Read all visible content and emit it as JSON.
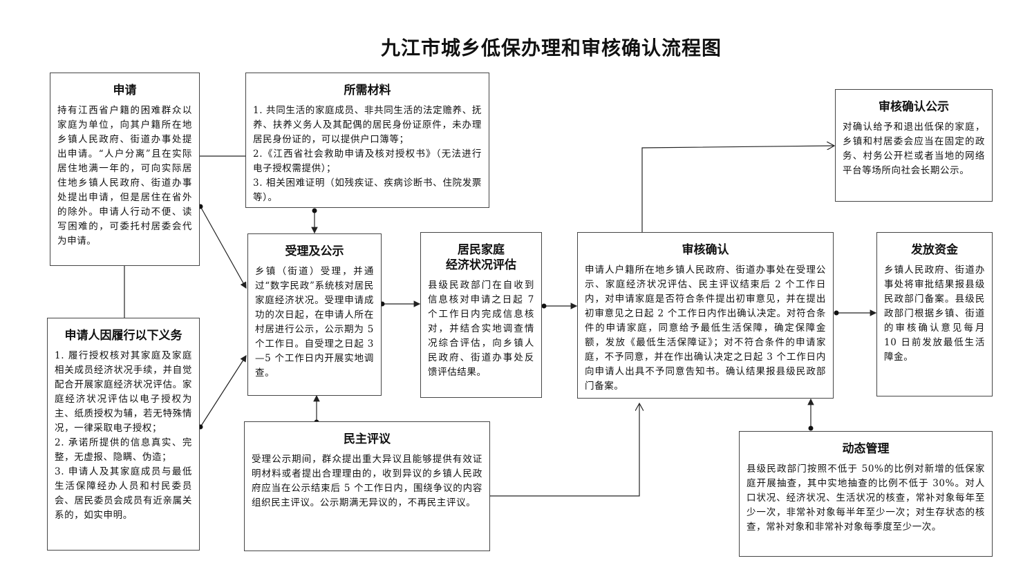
{
  "title": "九江市城乡低保办理和审核确认流程图",
  "boxes": {
    "apply": {
      "title": "申请",
      "text": "持有江西省户籍的困难群众以家庭为单位，向其户籍所在地乡镇人民政府、街道办事处提出申请。“人户分离”且在实际居住地满一年的，可向实际居住地乡镇人民政府、街道办事处提出申请，但是居住在省外的除外。申请人行动不便、读写困难的，可委托村居委会代为申请。"
    },
    "materials": {
      "title": "所需材料",
      "text": "1. 共同生活的家庭成员、非共同生活的法定赡养、抚养、扶养义务人及其配偶的居民身份证原件，未办理居民身份证的，可以提供户口簿等；\n2.《江西省社会救助申请及核对授权书》（无法进行电子授权需提供）；\n3. 相关困难证明（如残疾证、疾病诊断书、住院发票等）。"
    },
    "obligations": {
      "title": "申请人因履行以下义务",
      "text": "1. 履行授权核对其家庭及家庭相关成员经济状况手续，并自觉配合开展家庭经济状况评估。家庭经济状况评估以电子授权为主、纸质授权为辅，若无特殊情况，一律采取电子授权；\n2. 承诺所提供的信息真实、完整，无虚报、隐瞒、伪造；\n3. 申请人及其家庭成员与最低生活保障经办人员和村民委员会、居民委员会成员有近亲属关系的，如实申明。"
    },
    "accept": {
      "title": "受理及公示",
      "text": "乡镇（街道）受理，并通过“数字民政”系统核对居民家庭经济状况。受理申请成功的次日起，在申请人所在村居进行公示，公示期为 5 个工作日。自受理之日起 3—5 个工作日内开展实地调查。"
    },
    "evaluate": {
      "title": "居民家庭\n经济状况评估",
      "text": "县级民政部门在自收到信息核对申请之日起 7 个工作日内完成信息核对，并结合实地调查情况综合评估，向乡镇人民政府、街道办事处反馈评估结果。"
    },
    "review": {
      "title": "民主评议",
      "text": "受理公示期间，群众提出重大异议且能够提供有效证明材料或者提出合理理由的，收到异议的乡镇人民政府应当在公示结束后 5 个工作日内，围绕争议的内容组织民主评议。公示期满无异议的，不再民主评议。"
    },
    "confirm": {
      "title": "审核确认",
      "text": "申请人户籍所在地乡镇人民政府、街道办事处在受理公示、家庭经济状况评估、民主评议结束后 2 个工作日内，对申请家庭是否符合条件提出初审意见，并在提出初审意见之日起 2 个工作日内作出确认决定。对符合条件的申请家庭，同意给予最低生活保障，确定保障金额，发放《最低生活保障证》；对不符合条件的申请家庭，不予同意，并在作出确认决定之日起 3 个工作日内向申请人出具不予同意告知书。确认结果报县级民政部门备案。"
    },
    "publicize": {
      "title": "审核确认公示",
      "text": "对确认给予和退出低保的家庭，乡镇和村居委会应当在固定的政务、村务公开栏或者当地的网络平台等场所向社会长期公示。"
    },
    "payment": {
      "title": "发放资金",
      "text": "乡镇人民政府、街道办事处将审批结果报县级民政部门备案。县级民政部门根据乡镇、街道的审核确认意见每月 10 日前发放最低生活障金。"
    },
    "dynamic": {
      "title": "动态管理",
      "text": "县级民政部门按照不低于 50%的比例对新增的低保家庭开展抽查，其中实地抽查的比例不低于 30%。对人口状况、经济状况、生活状况的核查，常补对象每年至少一次，非常补对象每半年至少一次；对生存状态的核查，常补对象和非常补对象每季度至少一次。"
    }
  }
}
